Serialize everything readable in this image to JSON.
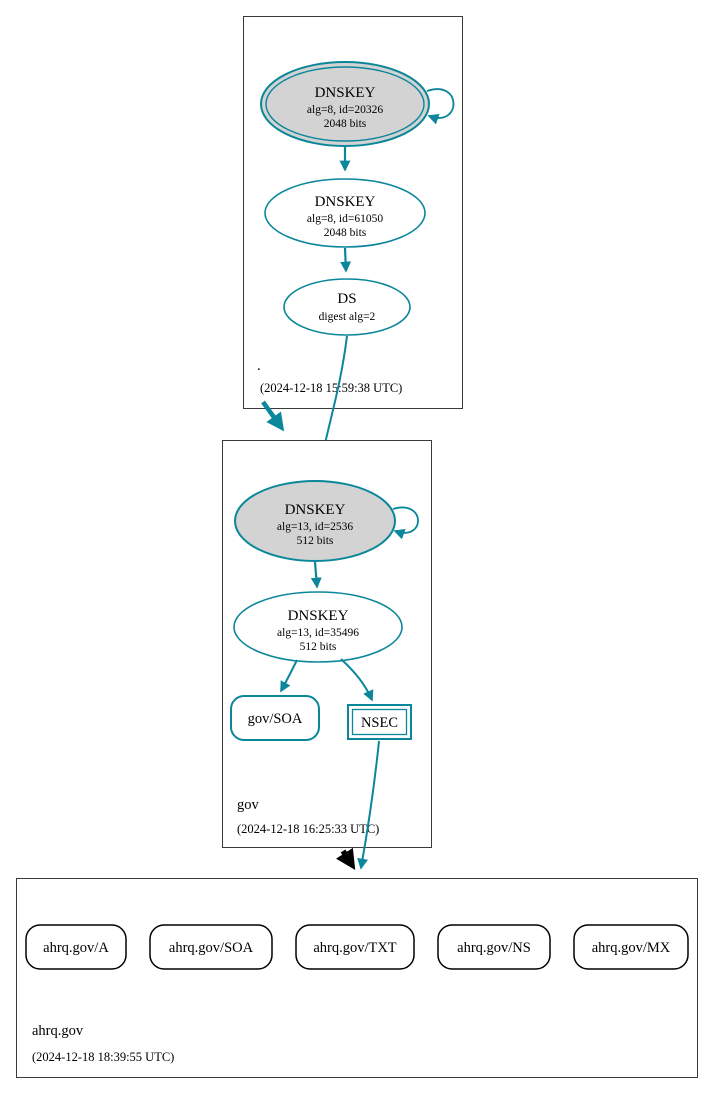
{
  "diagram": {
    "colors": {
      "secure": "#0a879a",
      "insecure": "#000000",
      "ksk_fill": "#d3d3d3",
      "node_fill": "#ffffff",
      "zone_border": "#3a3a3a"
    }
  },
  "zones": {
    "root": {
      "label": ".",
      "timestamp": "(2024-12-18 15:59:38 UTC)",
      "ksk": {
        "title": "DNSKEY",
        "detail1": "alg=8, id=20326",
        "detail2": "2048 bits"
      },
      "zsk": {
        "title": "DNSKEY",
        "detail1": "alg=8, id=61050",
        "detail2": "2048 bits"
      },
      "ds": {
        "title": "DS",
        "detail1": "digest alg=2"
      }
    },
    "gov": {
      "label": "gov",
      "timestamp": "(2024-12-18 16:25:33 UTC)",
      "ksk": {
        "title": "DNSKEY",
        "detail1": "alg=13, id=2536",
        "detail2": "512 bits"
      },
      "zsk": {
        "title": "DNSKEY",
        "detail1": "alg=13, id=35496",
        "detail2": "512 bits"
      },
      "soa": {
        "label": "gov/SOA"
      },
      "nsec": {
        "label": "NSEC"
      }
    },
    "ahrq": {
      "label": "ahrq.gov",
      "timestamp": "(2024-12-18 18:39:55 UTC)",
      "rrsets": [
        {
          "label": "ahrq.gov/A"
        },
        {
          "label": "ahrq.gov/SOA"
        },
        {
          "label": "ahrq.gov/TXT"
        },
        {
          "label": "ahrq.gov/NS"
        },
        {
          "label": "ahrq.gov/MX"
        }
      ]
    }
  }
}
